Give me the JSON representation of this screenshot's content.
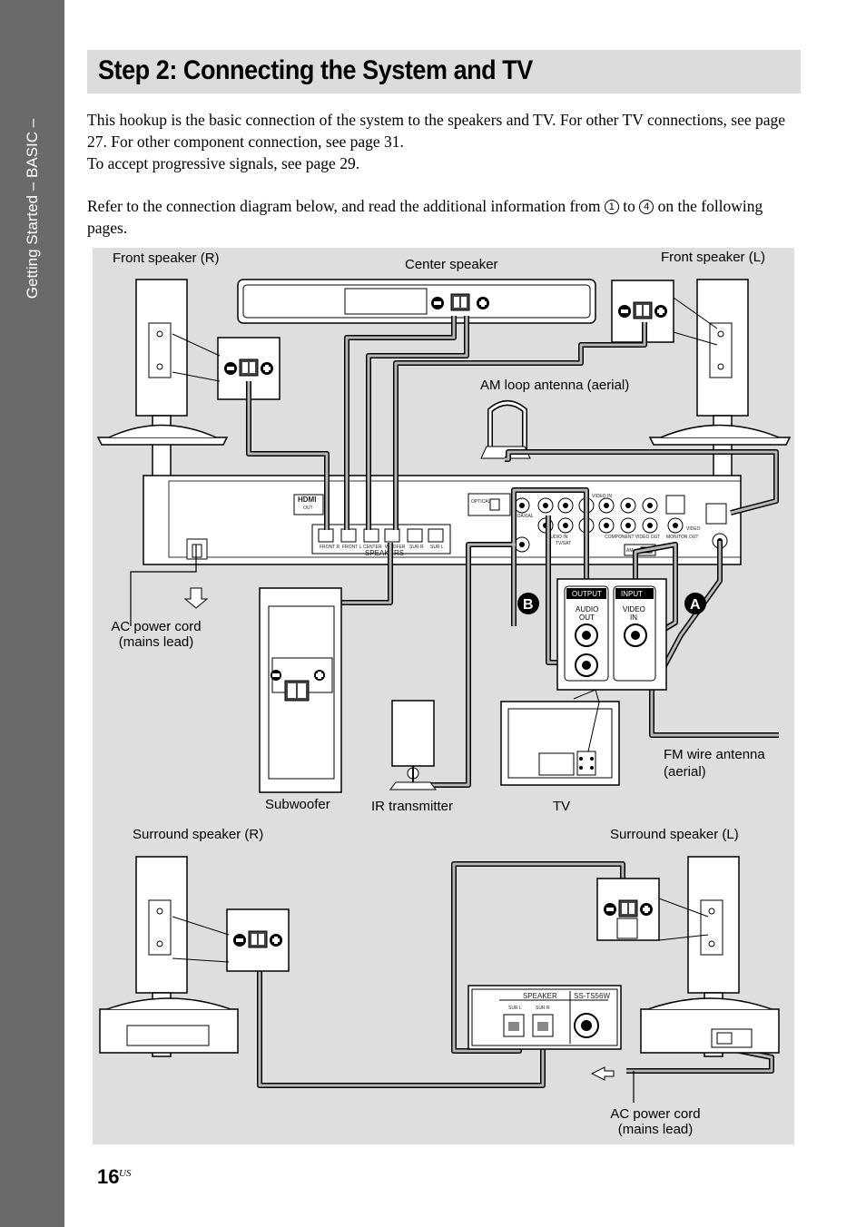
{
  "side_tab": {
    "text": "Getting Started – BASIC –"
  },
  "title": "Step 2: Connecting the System and TV",
  "intro": {
    "line1": "This hookup is the basic connection of the system to the speakers and TV. For other TV connections, see page 27. For other component connection, see page 31.",
    "line2": "To accept progressive signals, see page 29.",
    "line3_before": "Refer to the connection diagram below, and read the additional information from ",
    "line3_num1": "1",
    "line3_mid": " to ",
    "line3_num2": "4",
    "line3_after": " on the following pages."
  },
  "diagram": {
    "front_speaker_r": "Front speaker (R)",
    "center_speaker": "Center speaker",
    "front_speaker_l": "Front speaker (L)",
    "am_antenna": "AM loop antenna (aerial)",
    "ac_cord_1_line1": "AC power cord",
    "ac_cord_1_line2": "(mains lead)",
    "subwoofer": "Subwoofer",
    "ir_transmitter": "IR transmitter",
    "tv": "TV",
    "fm_antenna_line1": "FM wire antenna",
    "fm_antenna_line2": "(aerial)",
    "surround_speaker_r": "Surround speaker (R)",
    "surround_speaker_l": "Surround speaker (L)",
    "ac_cord_2_line1": "AC power cord",
    "ac_cord_2_line2": "(mains lead)",
    "marker_b": "B",
    "marker_a": "A",
    "tv_panel": {
      "output": "OUTPUT",
      "input": "INPUT",
      "audio_out_1": "AUDIO",
      "audio_out_2": "OUT",
      "video_in_1": "VIDEO",
      "video_in_2": "IN"
    },
    "rear_panel": {
      "hdmi": "HDMI",
      "hdmi_out": "OUT",
      "speakers": "SPEAKERS",
      "speaker_jacks": [
        "FRONT R",
        "FRONT L",
        "CENTER",
        "WOOFER",
        "SUR R",
        "SUR L"
      ],
      "am": "AM",
      "component_video_out": "COMPONENT VIDEO OUT",
      "monitor_out": "MONITOR OUT",
      "video_in": "VIDEO IN",
      "audio_in": "AUDIO IN",
      "tv_sat": "TV/SAT",
      "optical": "OPTICAL",
      "coaxial": "COAXIAL",
      "video": "VIDEO"
    },
    "surround_amp": {
      "speaker": "SPEAKER",
      "model": "SS-TS56W",
      "sur_l": "SUR L",
      "sur_r": "SUR R"
    }
  },
  "page": {
    "number": "16",
    "suffix": "US"
  }
}
